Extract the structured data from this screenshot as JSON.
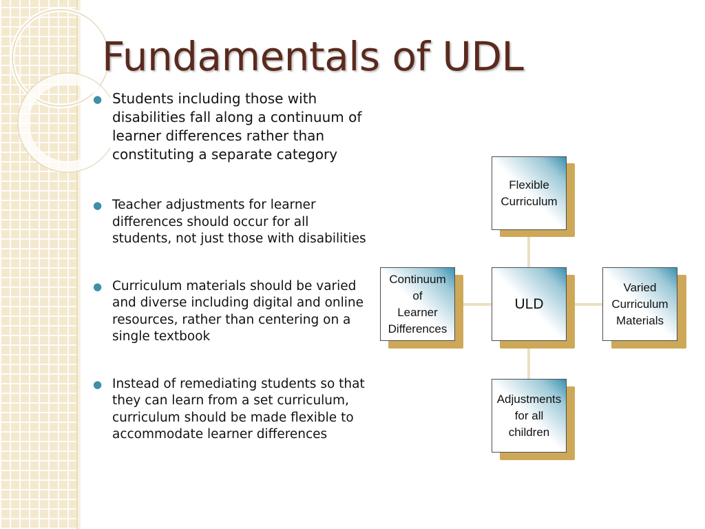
{
  "slide": {
    "title": "Fundamentals of UDL",
    "bullets": [
      "Students including those with disabilities fall along a continuum of learner differences rather than constituting a separate category",
      "Teacher adjustments for learner differences should occur for all students, not just those with disabilities",
      "Curriculum materials should be varied and diverse including digital and online resources, rather than centering on a single textbook",
      "Instead of remediating students so that they can learn from a set curriculum, curriculum should be made flexible to accommodate learner differences"
    ]
  },
  "diagram": {
    "center": "ULD",
    "top": "Flexible\nCurriculum",
    "left": "Continuum\nof\nLearner\nDifferences",
    "right": "Varied\nCurriculum\nMaterials",
    "bottom": "Adjustments\nfor all\nchildren"
  },
  "colors": {
    "title": "#5a2a1d",
    "bullet": "#3f8fa8",
    "node_accent": "#3a92b0",
    "node_shadow": "#cda858",
    "left_band": "#f3e9cf"
  }
}
